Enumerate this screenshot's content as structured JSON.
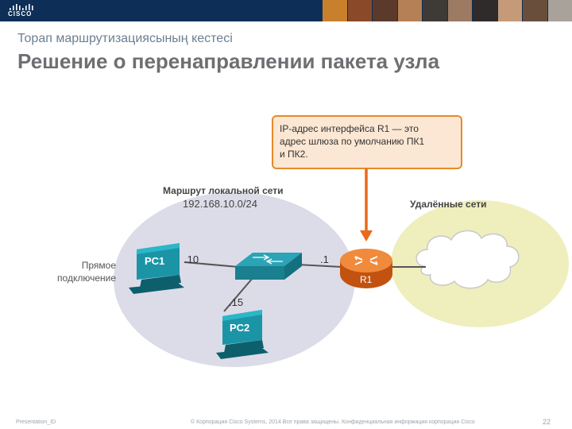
{
  "brand": {
    "logo_text": "CISCO"
  },
  "header": {
    "subtitle": "Торап маршрутизациясының кестесі",
    "title": "Решение о перенаправлении пакета узла"
  },
  "diagram": {
    "callout": [
      "IP-адрес интерфейса R1 — это",
      "адрес шлюза по умолчанию ПК1",
      "и ПК2."
    ],
    "local_route_title": "Маршрут локальной сети",
    "local_route_net": "192.168.10.0/24",
    "remote_networks": "Удалённые сети",
    "direct_connection": [
      "Прямое",
      "подключение"
    ],
    "pc1_label": "PC1",
    "pc2_label": "PC2",
    "pc1_ip": ".10",
    "pc2_ip": ".15",
    "router_label": "R1",
    "router_ip": ".1"
  },
  "footer": {
    "left": "Presentation_ID",
    "middle": "© Корпорация Cisco Systems, 2014 Все права защищены.   Конфиденциальная информация корпорации Cisco",
    "page": "22"
  },
  "colors": {
    "header_bg": "#0d2f57",
    "local_area": "#dcdce8",
    "remote_area": "#efeebd",
    "callout_border": "#e58b2b",
    "callout_bg": "#fbe7d3",
    "router": "#e86a1a",
    "pc_screen": "#1b95a6"
  }
}
